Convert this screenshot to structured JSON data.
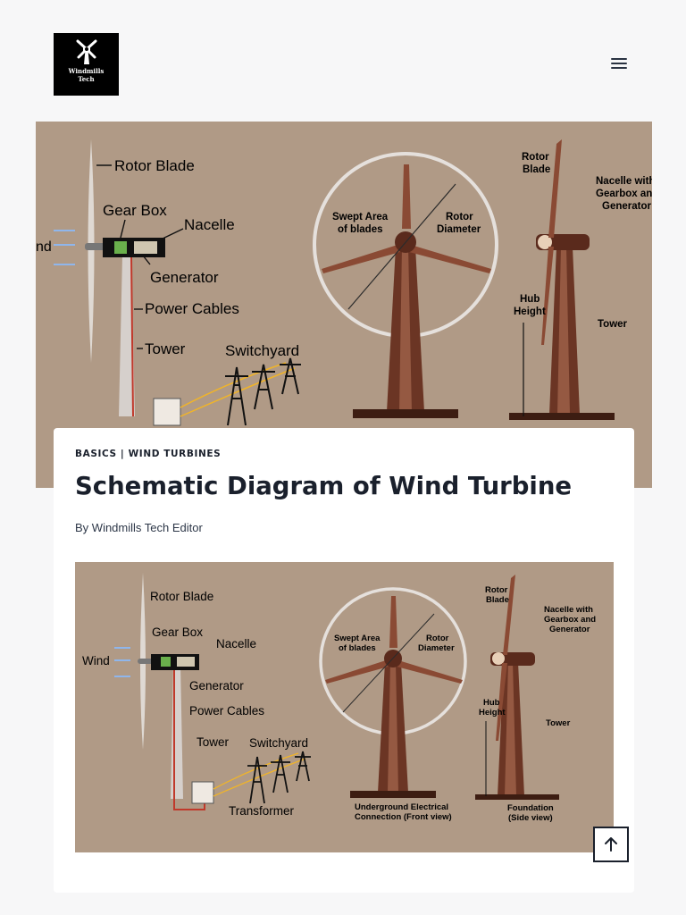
{
  "site": {
    "logo_line1": "Windmills",
    "logo_line2": "Tech"
  },
  "icons": {
    "logo": "windmill-icon",
    "menu": "hamburger-menu-icon",
    "scroll_top": "arrow-up-icon"
  },
  "post": {
    "category_1": "BASICS",
    "category_sep": " | ",
    "category_2": "WIND TURBINES",
    "title": "Schematic Diagram of Wind Turbine",
    "byline_prefix": "By ",
    "author": "Windmills Tech Editor"
  },
  "diagram": {
    "rotor_blade": "Rotor Blade",
    "gear_box": "Gear Box",
    "nacelle": "Nacelle",
    "wind": "Wind",
    "wind_cropped": "nd",
    "generator": "Generator",
    "power_cables": "Power Cables",
    "tower": "Tower",
    "switchyard": "Switchyard",
    "transformer": "Transformer",
    "swept_area_1": "Swept Area",
    "swept_area_2": "of blades",
    "rotor_diameter_1": "Rotor",
    "rotor_diameter_2": "Diameter",
    "underground_1": "Underground Electrical",
    "underground_2": "Connection (Front view)",
    "side_rotor_1": "Rotor",
    "side_rotor_2": "Blade",
    "side_nacelle_1": "Nacelle with",
    "side_nacelle_2": "Gearbox and",
    "side_nacelle_3": "Generator",
    "hub_1": "Hub",
    "hub_2": "Height",
    "side_tower": "Tower",
    "foundation_1": "Foundation",
    "foundation_2": "(Side view)"
  },
  "colors": {
    "diagram_bg": "#b09a86",
    "turbine_brown": "#6b3524",
    "text_dark": "#1a202c",
    "page_bg": "#f7f7f8"
  }
}
